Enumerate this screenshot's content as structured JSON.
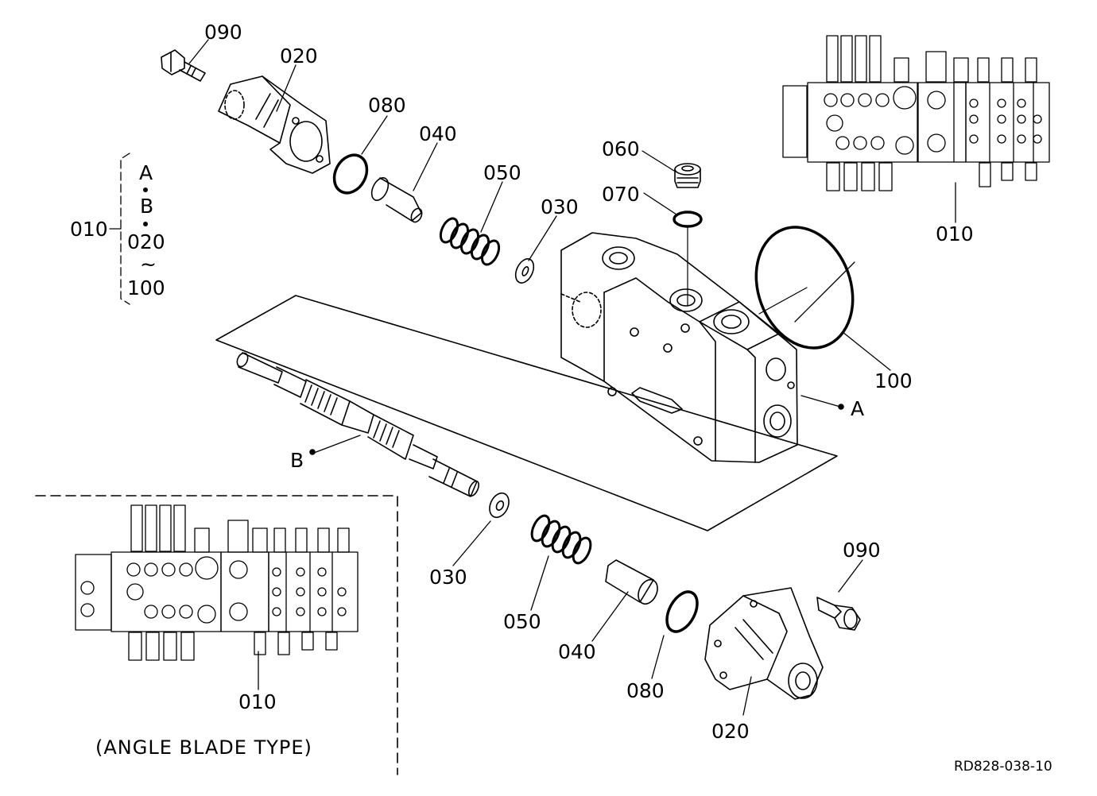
{
  "labels": {
    "l090_top": "090",
    "l020_top": "020",
    "l080_top": "080",
    "l040_top": "040",
    "l050_top": "050",
    "l030_top": "030",
    "l060": "060",
    "l070": "070",
    "l010_top_right": "010",
    "l100": "100",
    "lA": "A",
    "lB": "B",
    "l030_bot": "030",
    "l050_bot": "050",
    "l040_bot": "040",
    "l080_bot": "080",
    "l090_bot": "090",
    "l020_bot": "020",
    "l010_bot_left": "010"
  },
  "bracket": {
    "main": "010",
    "items": [
      "A",
      "B",
      "020",
      "~",
      "100"
    ]
  },
  "inset_caption": "(ANGLE BLADE TYPE)",
  "figure_code": "RD828-038-10",
  "colors": {
    "ink": "#000000",
    "paper": "#ffffff"
  }
}
